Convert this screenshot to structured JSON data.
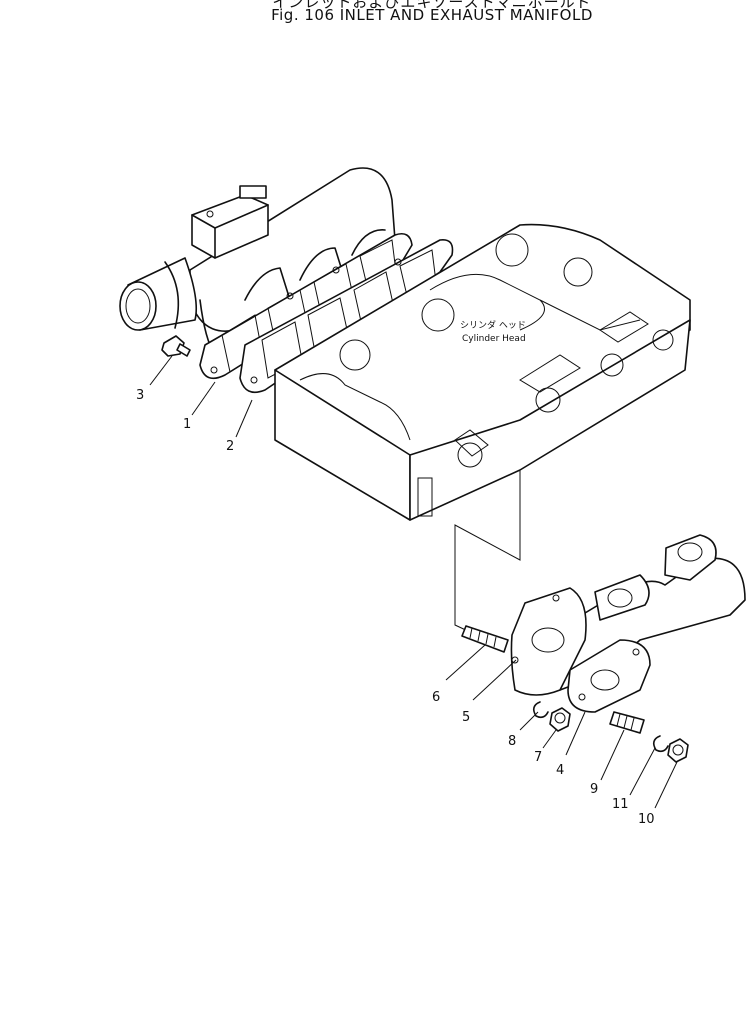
{
  "figure": {
    "title_jp": "インレットおよびエキゾーストマニホールド",
    "title_en": "Fig. 106  INLET  AND  EXHAUST  MANIFOLD"
  },
  "head_label": {
    "jp": "シリンダ ヘッド",
    "en": "Cylinder Head"
  },
  "callouts": [
    "1",
    "2",
    "3",
    "4",
    "5",
    "6",
    "7",
    "8",
    "9",
    "10",
    "11"
  ]
}
